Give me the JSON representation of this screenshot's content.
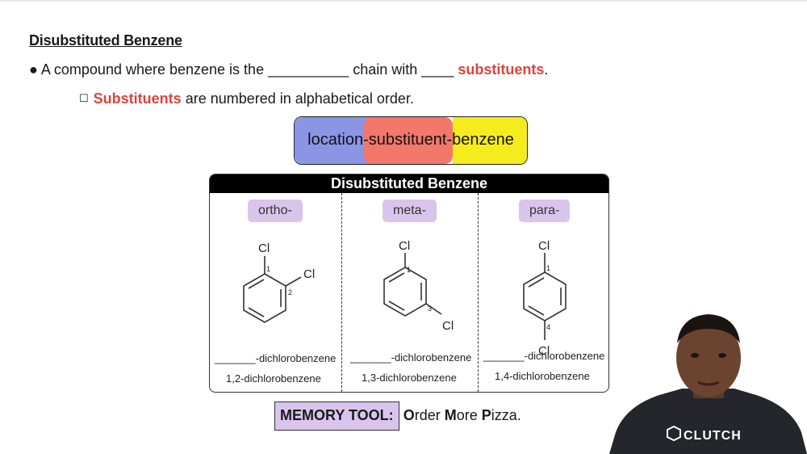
{
  "header": {
    "title": "Disubstituted Benzene"
  },
  "bullets": {
    "b1_prefix": "A compound where benzene is the",
    "b1_blank1": "__________",
    "b1_mid": "chain with",
    "b1_blank2": "____",
    "b1_red": "substituents",
    "b1_end": ".",
    "b2_red": "Substituents",
    "b2_rest": "are numbered in alphabetical order."
  },
  "naming": {
    "text": "location-substituent-benzene",
    "colors": {
      "location": "#8b95e6",
      "substituent": "#f1786a",
      "benzene": "#f5ec1d"
    }
  },
  "panel": {
    "title": "Disubstituted Benzene",
    "columns": [
      {
        "tag": "ortho-",
        "sub1": "Cl",
        "sub2": "Cl",
        "pos1": "1",
        "pos2": "2",
        "blank": "_______-dichlorobenzene",
        "answer": "1,2-dichlorobenzene"
      },
      {
        "tag": "meta-",
        "sub1": "Cl",
        "sub2": "Cl",
        "pos1": "1",
        "pos2": "3",
        "blank": "_______-dichlorobenzene",
        "answer": "1,3-dichlorobenzene"
      },
      {
        "tag": "para-",
        "sub1": "Cl",
        "sub2": "Cl",
        "pos1": "1",
        "pos2": "4",
        "blank": "_______-dichlorobenzene",
        "answer": "1,4-dichlorobenzene"
      }
    ]
  },
  "memory": {
    "label": "MEMORY TOOL:",
    "w1_cap": "O",
    "w1_rest": "rder ",
    "w2_cap": "M",
    "w2_rest": "ore ",
    "w3_cap": "P",
    "w3_rest": "izza."
  },
  "brand": {
    "logo_text": "CLUTCH"
  }
}
